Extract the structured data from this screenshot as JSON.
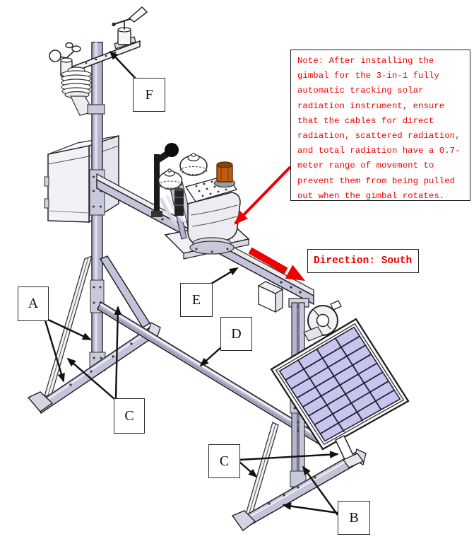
{
  "labels": {
    "A": "A",
    "B": "B",
    "C": "C",
    "D": "D",
    "E": "E",
    "F": "F"
  },
  "note": {
    "text": "Note: After installing the\ngimbal for the 3-in-1 fully\nautomatic tracking solar\nradiation instrument, ensure\nthat the cables for direct\nradiation, scattered radiation,\nand total radiation have a 0.7-\nmeter range of movement to\nprevent them from being pulled\nout when the gimbal rotates."
  },
  "direction": {
    "text": "Direction: South"
  },
  "colors": {
    "annotation_red": "#ee0000",
    "structure_lavender": "#c3c3da",
    "panel_cell": "#c7c4ee",
    "panel_grid_line": "#1e1e30",
    "beacon_orange": "#c05c10",
    "line_art": "#1c1c24"
  }
}
